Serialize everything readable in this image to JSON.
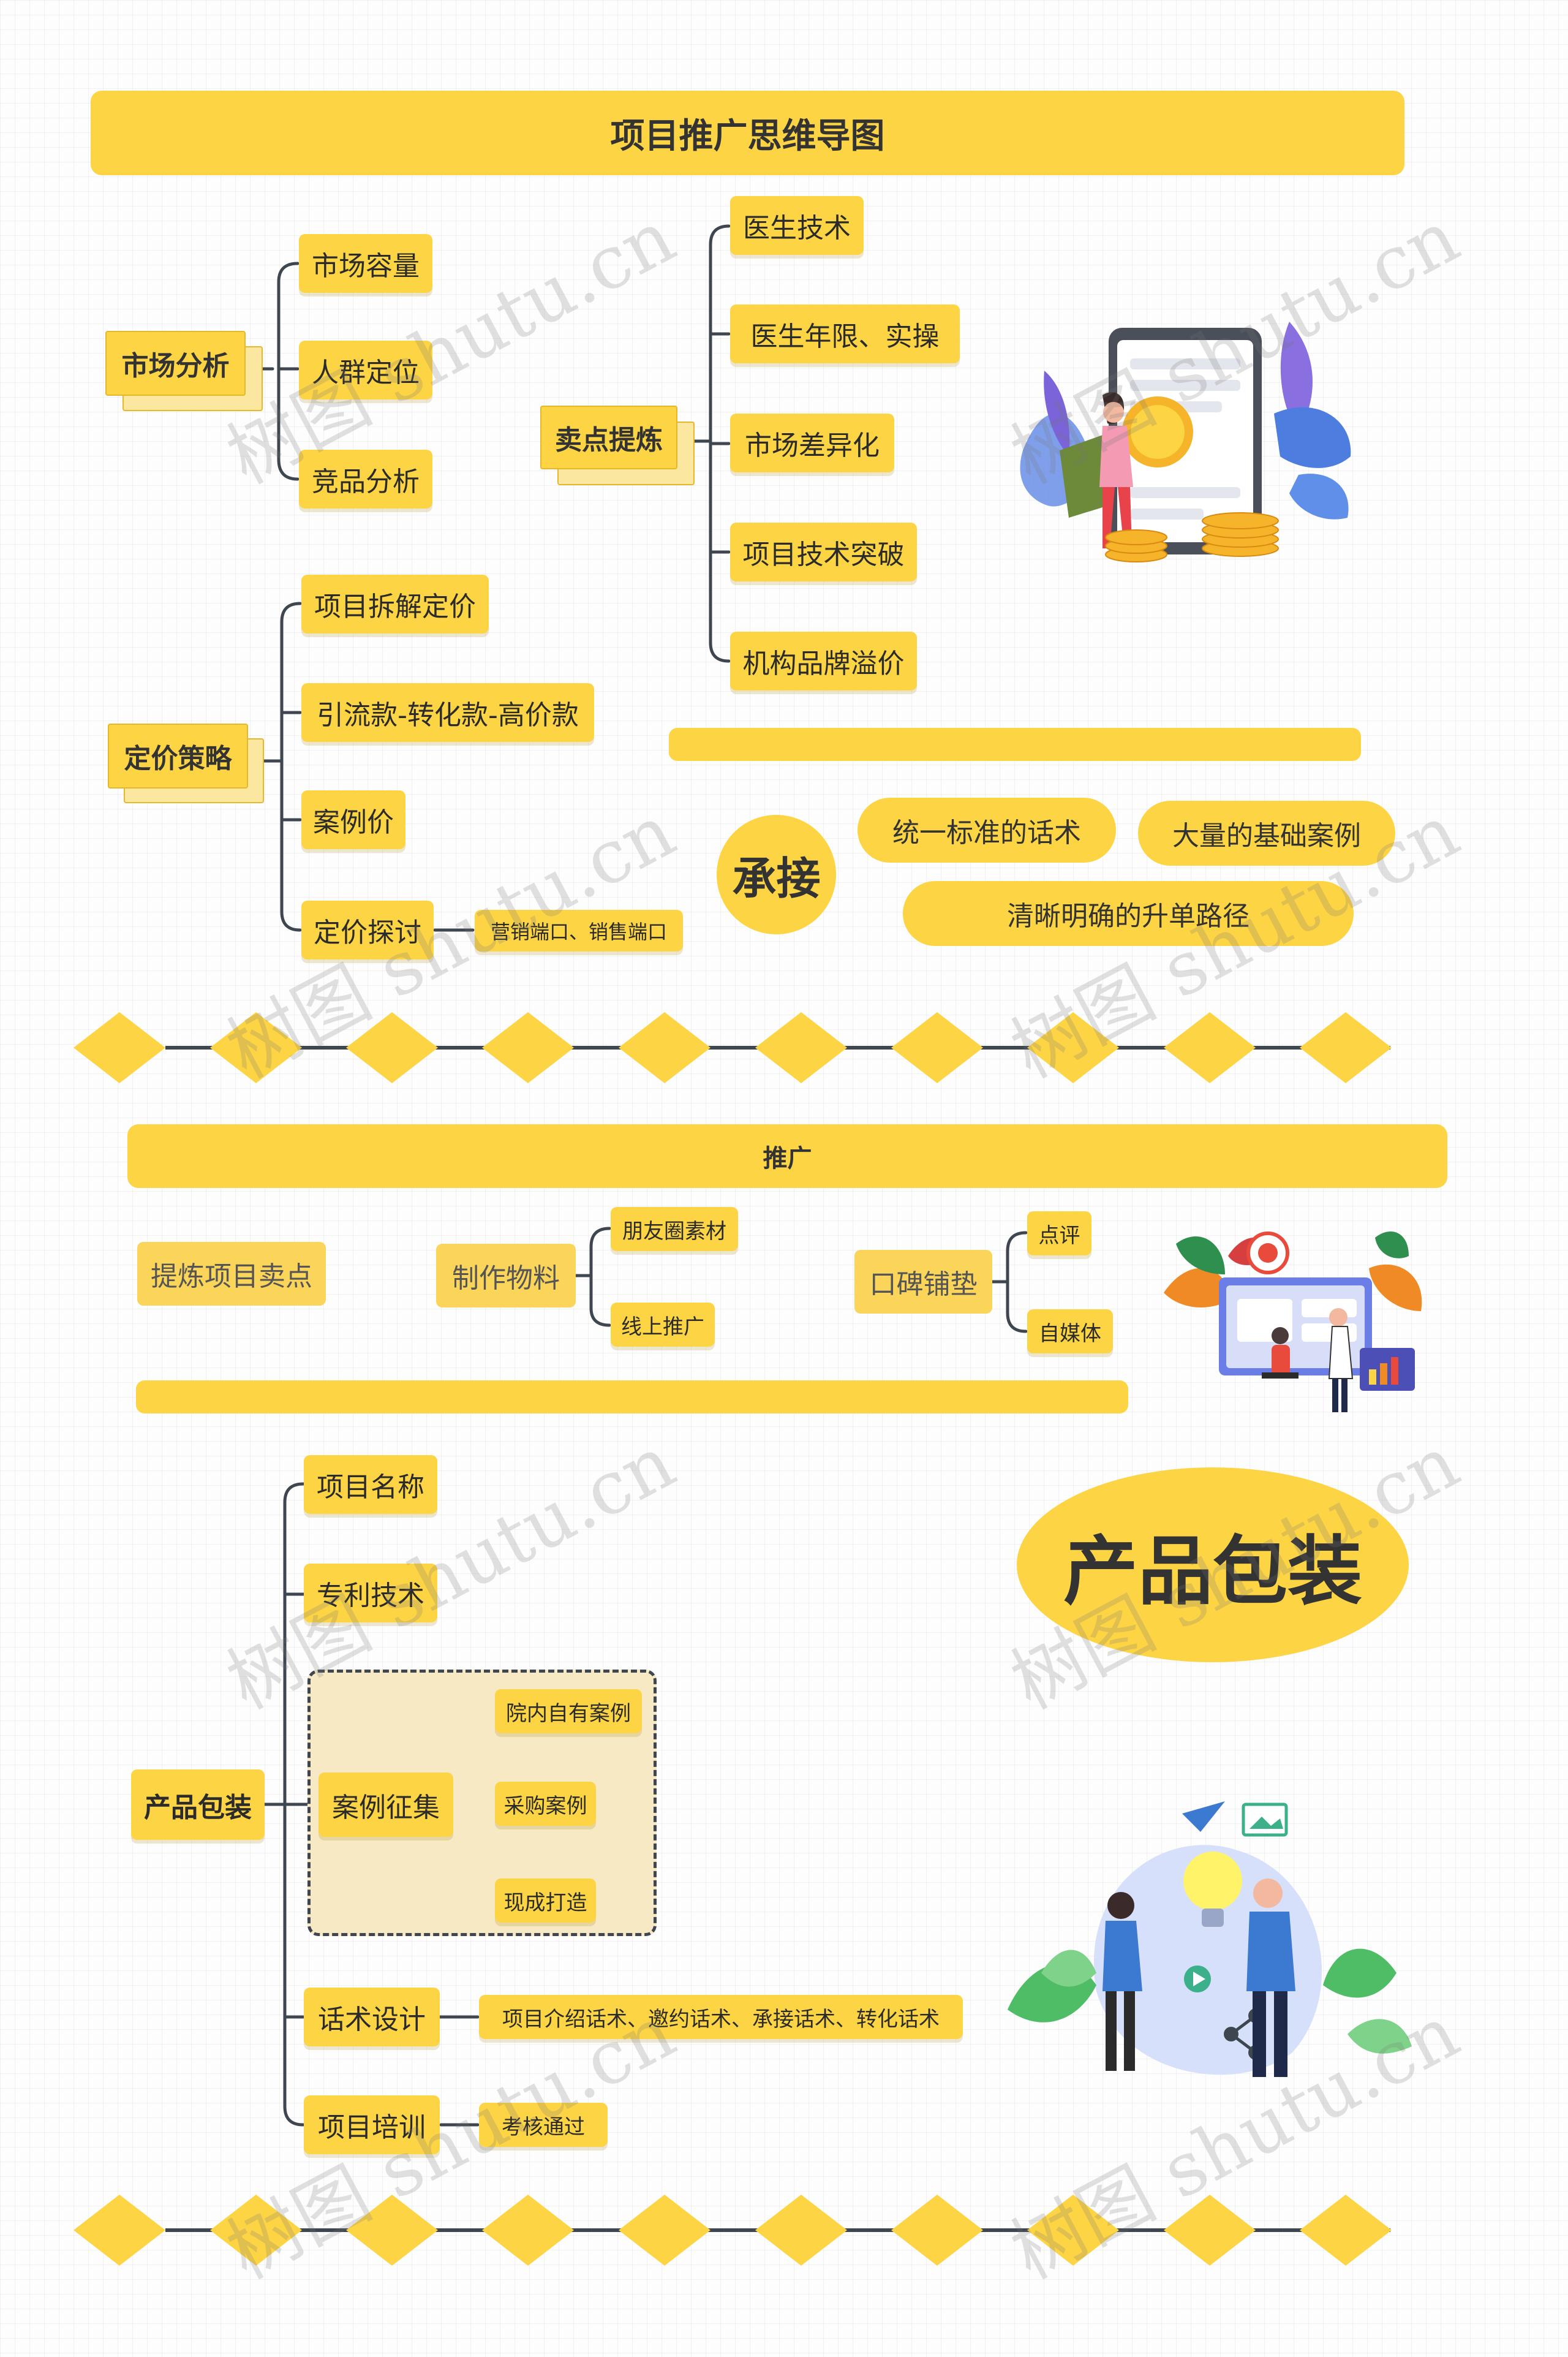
{
  "title": "项目推广思维导图",
  "section1": {
    "market": {
      "root": "市场分析",
      "children": [
        "市场容量",
        "人群定位",
        "竞品分析"
      ]
    },
    "selling": {
      "root": "卖点提炼",
      "children": [
        "医生技术",
        "医生年限、实操",
        "市场差异化",
        "项目技术突破",
        "机构品牌溢价"
      ]
    },
    "pricing": {
      "root": "定价策略",
      "children": [
        "项目拆解定价",
        "引流款-转化款-高价款",
        "案例价",
        "定价探讨"
      ],
      "sub": "营销端口、销售端口"
    },
    "reception": {
      "circle": "承接",
      "pills": [
        "统一标准的话术",
        "大量的基础案例",
        "清晰明确的升单路径"
      ]
    }
  },
  "section2": {
    "title": "推广",
    "item1": "提炼项目卖点",
    "materials": {
      "label": "制作物料",
      "children": [
        "朋友圈素材",
        "线上推广"
      ]
    },
    "wom": {
      "label": "口碑铺垫",
      "children": [
        "点评",
        "自媒体"
      ]
    }
  },
  "section3": {
    "badge": "产品包装",
    "root": "产品包装",
    "children": [
      "项目名称",
      "专利技术",
      "案例征集",
      "话术设计",
      "项目培训"
    ],
    "cases": [
      "院内自有案例",
      "采购案例",
      "现成打造"
    ],
    "script_sub": "项目介绍话术、邀约话术、承接话术、转化话术",
    "training_sub": "考核通过"
  },
  "watermark": "树图 shutu.cn",
  "colors": {
    "accent": "#fcd444",
    "line": "#3e4650"
  }
}
